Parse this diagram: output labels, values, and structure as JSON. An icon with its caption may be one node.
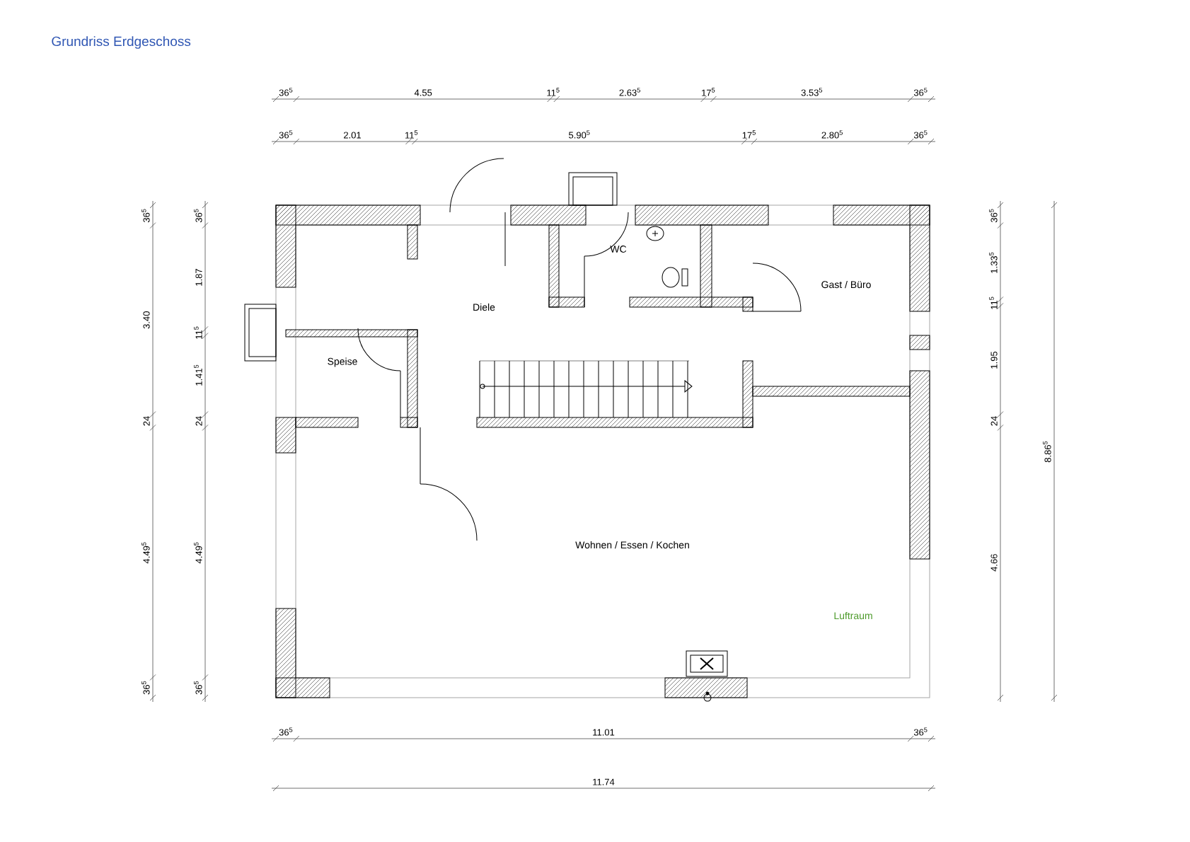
{
  "diagram": {
    "title": "Grundriss Erdgeschoss",
    "labels": [
      "36$^{5}$",
      "4.55",
      "11$^{5}$",
      "2.63$^{5}$",
      "17$^{5}$",
      "3.53$^{5}$",
      "36$^{5}$",
      "36$^{5}$",
      "2.01",
      "11$^{5}$",
      "5.90$^{5}$",
      "17$^{5}$",
      "2.80$^{5}$",
      "36$^{5}$",
      "36$^{5}$",
      "3.40",
      "24",
      "4.49$^{5}$",
      "36$^{5}$",
      "36$^{5}$",
      "1.87",
      "11$^{5}$",
      "1.41$^{5}$",
      "24",
      "4.49$^{5}$",
      "36$^{5}$",
      "WC",
      "Gast / Büro",
      "Diele",
      "Speise",
      "Wohnen / Essen / Kochen",
      "Luftraum",
      "36$^{5}$",
      "1.33$^{5}$",
      "11$^{5}$",
      "1.95",
      "24",
      "4.66",
      "8.86$^{5}$",
      "36$^{5}$",
      "11.01",
      "36$^{5}$",
      "11.74"
    ]
  }
}
